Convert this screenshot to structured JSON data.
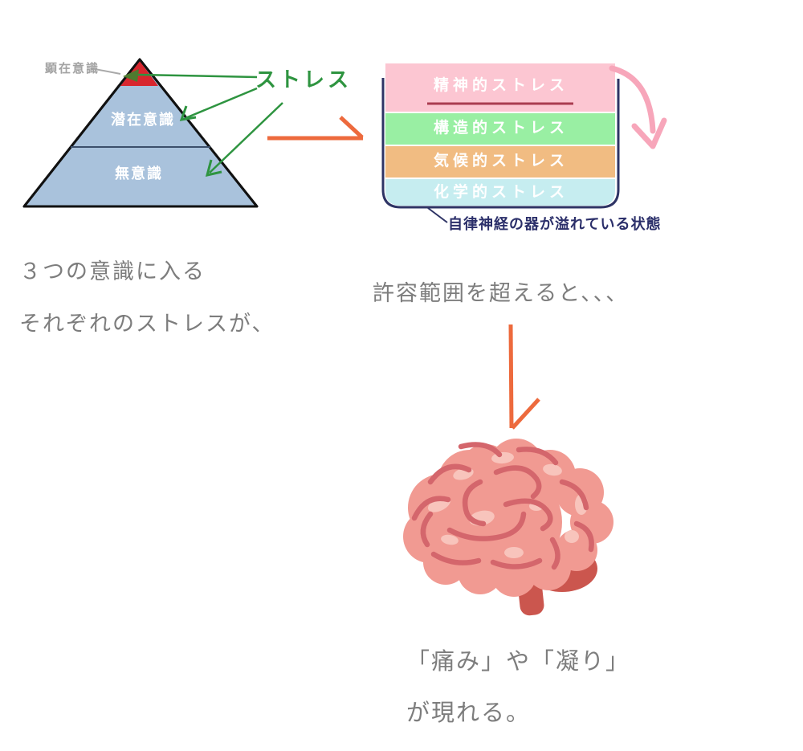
{
  "pyramid": {
    "conscious_label": "顕在意識",
    "subconscious_label": "潜在意識",
    "unconscious_label": "無意識",
    "stress_label": "ストレス"
  },
  "vessel": {
    "layers": [
      {
        "label": "精神的ストレス",
        "color": "#fcc6d2"
      },
      {
        "label": "構造的ストレス",
        "color": "#99efa3"
      },
      {
        "label": "気候的ストレス",
        "color": "#f1bc82"
      },
      {
        "label": "化学的ストレス",
        "color": "#c6edf0"
      }
    ],
    "caption": "自律神経の器が溢れている状態"
  },
  "captions": {
    "left_line1": "３つの意識に入る",
    "left_line2": "それぞれのストレスが、",
    "overflow_line": "許容範囲を超えると、、、",
    "result_line1": "「痛み」や「凝り」",
    "result_line2": "が現れる。"
  },
  "icons": {
    "brain": "brain-illustration",
    "orange_arrow_right": "arrow-right",
    "orange_arrow_down": "arrow-down",
    "pink_arrow": "curved-arrow-down",
    "green_arrows": "stress-pointer-arrows"
  },
  "colors": {
    "pyramid_body": "#a9c2dc",
    "pyramid_top_red": "#d8262e",
    "stress_green": "#2e9440",
    "arrow_orange": "#ed6a3d",
    "arrow_pink": "#f7a6ba",
    "vessel_border_navy": "#2e3465",
    "underline_crimson": "#aa3c50",
    "caption_navy": "#2b2f6a",
    "body_text_gray": "#7d7d7d",
    "brain_main": "#f19a92",
    "brain_fold_line": "#d4666c",
    "brain_highlight": "#f8c4bc",
    "brain_stem": "#cb564e"
  }
}
